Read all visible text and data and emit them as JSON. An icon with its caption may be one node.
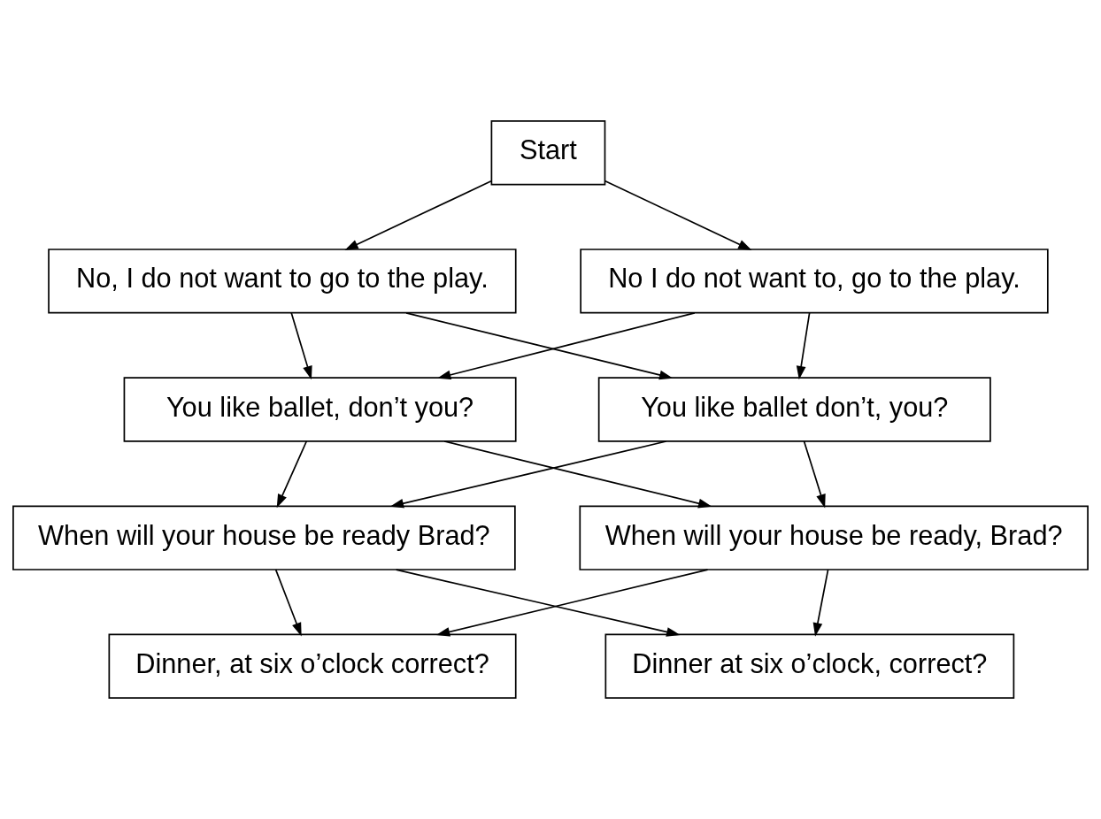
{
  "diagram": {
    "nodes": [
      {
        "text": [
          "Start"
        ]
      },
      {
        "text": [
          "No, I do not want to go to the play."
        ]
      },
      {
        "text": [
          "No I do not want to, go to the play."
        ]
      },
      {
        "text": [
          "You like ballet, don’t you?"
        ]
      },
      {
        "text": [
          "You like ballet don’t, you?"
        ]
      },
      {
        "text": [
          "When will your house be ready Brad?"
        ]
      },
      {
        "text": [
          "When will your house be ready, Brad?"
        ]
      },
      {
        "text": [
          "Dinner, at six o’clock correct?"
        ]
      },
      {
        "text": [
          "Dinner at six o’clock, correct?"
        ]
      }
    ],
    "edges": [
      {
        "from": 0,
        "to": 1,
        "arrow": "to"
      },
      {
        "from": 0,
        "to": 2,
        "arrow": "to"
      },
      {
        "from": 1,
        "to": 3,
        "arrow": "to"
      },
      {
        "from": 1,
        "to": 4,
        "arrow": "to"
      },
      {
        "from": 2,
        "to": 3,
        "arrow": "to"
      },
      {
        "from": 2,
        "to": 4,
        "arrow": "to"
      },
      {
        "from": 3,
        "to": 5,
        "arrow": "to"
      },
      {
        "from": 3,
        "to": 6,
        "arrow": "to"
      },
      {
        "from": 4,
        "to": 5,
        "arrow": "to"
      },
      {
        "from": 4,
        "to": 6,
        "arrow": "to"
      },
      {
        "from": 5,
        "to": 7,
        "arrow": "to"
      },
      {
        "from": 5,
        "to": 8,
        "arrow": "to"
      },
      {
        "from": 6,
        "to": 7,
        "arrow": "to"
      },
      {
        "from": 6,
        "to": 8,
        "arrow": "to"
      }
    ]
  }
}
